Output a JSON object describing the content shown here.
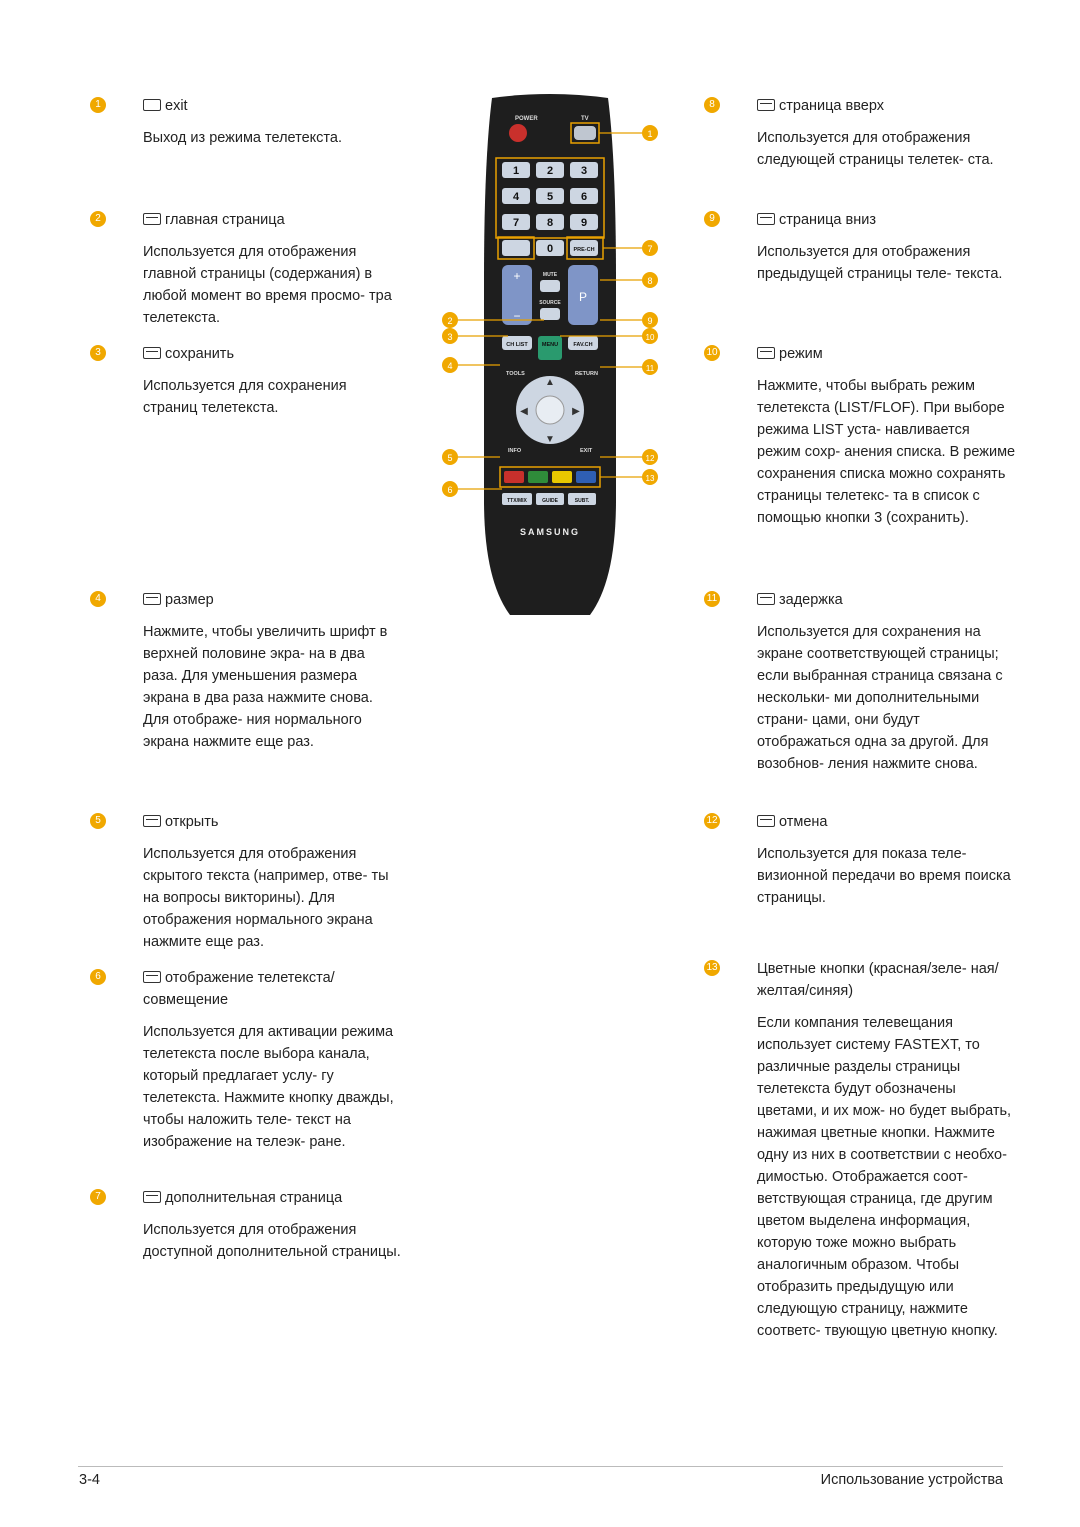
{
  "left": [
    {
      "n": "1",
      "head": "exit",
      "body": "Выход из режима телетекста."
    },
    {
      "n": "2",
      "head": "главная страница",
      "body": "Используется для отображения главной страницы (содержания) в любой момент во время просмо- тра телетекста."
    },
    {
      "n": "3",
      "head": "сохранить",
      "body": "Используется для сохранения страниц телетекста."
    },
    {
      "n": "4",
      "head": "размер",
      "body": "Нажмите, чтобы увеличить шрифт в верхней половине экра- на в два раза. Для уменьшения размера экрана в два раза нажмите снова. Для отображе- ния нормального экрана нажмите еще раз."
    },
    {
      "n": "5",
      "head": "открыть",
      "body": "Используется для отображения скрытого текста (например, отве- ты на вопросы викторины). Для отображения нормального экрана нажмите еще раз."
    },
    {
      "n": "6",
      "head": "отображение телетекста/ совмещение",
      "body": "Используется для активации режима телетекста после выбора канала, который предлагает услу- гу телетекста. Нажмите кнопку дважды, чтобы наложить теле- текст на изображение на телеэк- ране."
    },
    {
      "n": "7",
      "head": "дополнительная страница",
      "body": "Используется для отображения доступной дополнительной страницы."
    }
  ],
  "right": [
    {
      "n": "8",
      "head": "страница вверх",
      "body": "Используется для отображения следующей страницы телетек- ста."
    },
    {
      "n": "9",
      "head": "страница вниз",
      "body": "Используется для отображения предыдущей страницы теле- текста."
    },
    {
      "n": "10",
      "head": "режим",
      "body": "Нажмите, чтобы выбрать режим телетекста (LIST/FLOF). При выборе режима LIST уста- навливается режим сохр- анения списка. В режиме сохранения списка можно сохранять страницы телетекс- та в список с помощью кнопки 3 (сохранить)."
    },
    {
      "n": "11",
      "head": "задержка",
      "body": "Используется для сохранения на экране соответствующей страницы; если выбранная страница связана с нескольки- ми дополнительными страни- цами, они будут отображаться одна за другой. Для возобнов- ления нажмите снова."
    },
    {
      "n": "12",
      "head": "отмена",
      "body": "Используется для показа теле- визионной передачи во время поиска страницы."
    },
    {
      "n": "13",
      "head": "Цветные кнопки (красная/зеле- ная/желтая/синяя)",
      "body": "Если компания телевещания использует систему FASTEXT, то различные разделы страницы телетекста будут обозначены цветами, и их мож- но будет выбрать, нажимая цветные кнопки. Нажмите одну из них в соответствии с необхо- димостью. Отображается соот- ветствующая страница, где другим цветом выделена информация, которую тоже можно выбрать аналогичным образом. Чтобы отобразить предыдущую или следующую страницу, нажмите соответс- твующую цветную кнопку."
    }
  ],
  "remote": {
    "power": "POWER",
    "tv": "TV",
    "digits": [
      "1",
      "2",
      "3",
      "4",
      "5",
      "6",
      "7",
      "8",
      "9"
    ],
    "zero": "0",
    "prech": "PRE-CH",
    "mute": "MUTE",
    "source": "SOURCE",
    "p": "P",
    "chlist": "CH LIST",
    "menu": "MENU",
    "favch": "FAV.CH",
    "tools": "TOOLS",
    "return": "RETURN",
    "info": "INFO",
    "exit": "EXIT",
    "ttx": "TTX/MIX",
    "guide": "GUIDE",
    "subt": "SUBT.",
    "brand": "SAMSUNG",
    "callouts": [
      "1",
      "2",
      "3",
      "4",
      "5",
      "6",
      "7",
      "8",
      "9",
      "10",
      "11",
      "12",
      "13"
    ]
  },
  "footer": {
    "page": "3-4",
    "section": "Использование устройства"
  }
}
